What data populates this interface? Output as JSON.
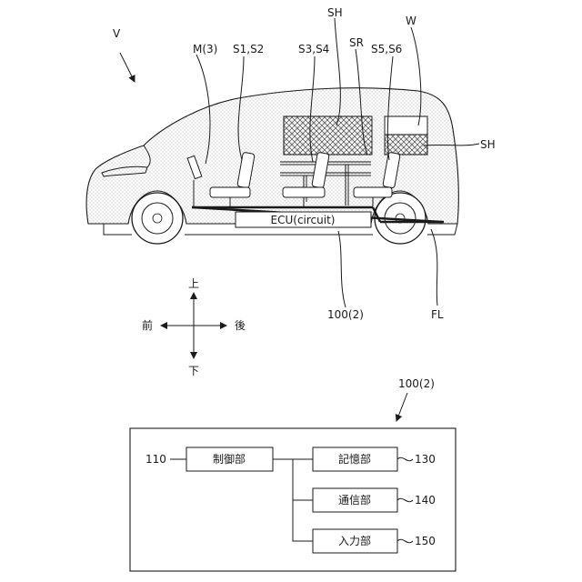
{
  "labels": {
    "V": "V",
    "M3": "M(3)",
    "S1S2": "S1,S2",
    "S3S4": "S3,S4",
    "SH_top": "SH",
    "SR": "SR",
    "S5S6": "S5,S6",
    "W": "W",
    "SH_right": "SH",
    "ECU": "ECU(circuit)",
    "ref_100_upper": "100(2)",
    "FL": "FL"
  },
  "directions": {
    "up": "上",
    "down": "下",
    "front": "前",
    "rear": "後"
  },
  "block_diagram": {
    "ref_label": "100(2)",
    "control_unit": {
      "label": "制御部",
      "ref": "110"
    },
    "storage_unit": {
      "label": "記憶部",
      "ref": "130"
    },
    "comm_unit": {
      "label": "通信部",
      "ref": "140"
    },
    "input_unit": {
      "label": "入力部",
      "ref": "150"
    }
  }
}
